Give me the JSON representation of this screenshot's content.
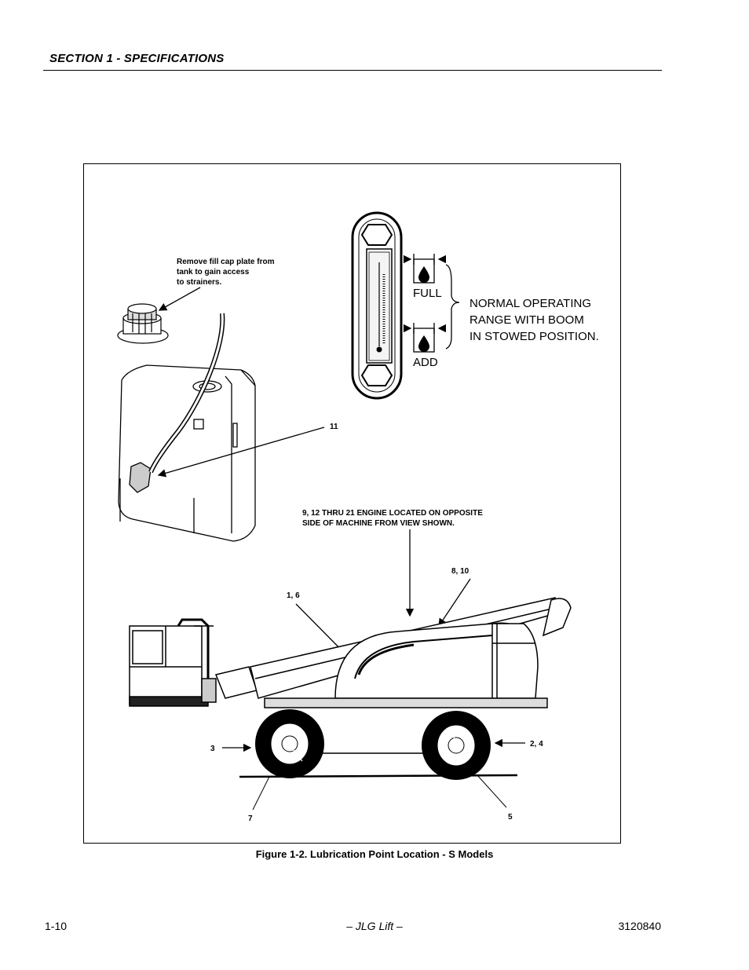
{
  "header": {
    "section_title": "SECTION 1 - SPECIFICATIONS"
  },
  "figure": {
    "caption": "Figure 1-2.  Lubrication Point Location - S Models",
    "callouts": {
      "fill_cap_line1": "Remove fill cap plate from",
      "fill_cap_line2": "tank to gain access",
      "fill_cap_line3": "to strainers.",
      "point_11": "11",
      "engine_line1": "9, 12 THRU 21 ENGINE LOCATED ON OPPOSITE",
      "engine_line2": "SIDE OF MACHINE  FROM VIEW SHOWN.",
      "point_8_10": "8, 10",
      "point_1_6": "1, 6",
      "point_3": "3",
      "point_2_4": "2, 4",
      "point_7": "7",
      "point_5": "5"
    },
    "gauge": {
      "full_label": "FULL",
      "add_label": "ADD",
      "range_line1": "NORMAL OPERATING",
      "range_line2": "RANGE WITH BOOM",
      "range_line3": "IN STOWED POSITION."
    }
  },
  "footer": {
    "page_number": "1-10",
    "center_text": "– JLG Lift –",
    "doc_number": "3120840"
  }
}
